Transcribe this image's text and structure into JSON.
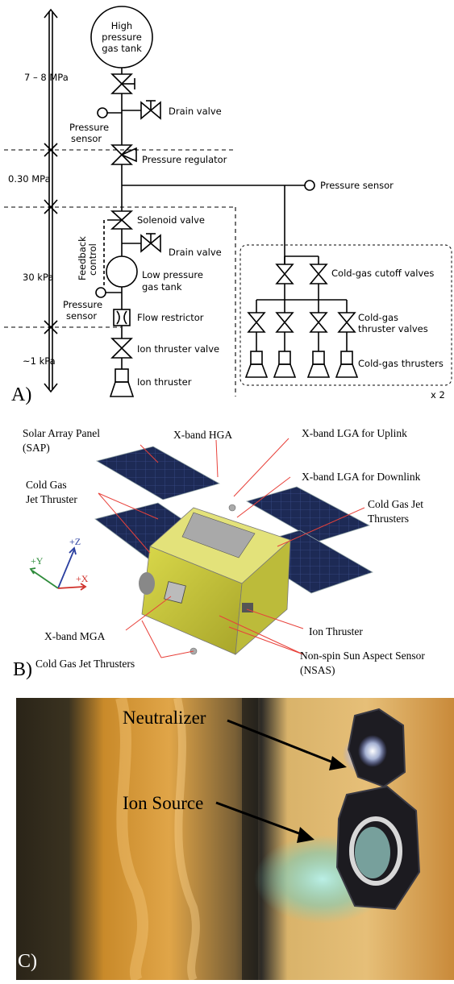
{
  "panel_a": {
    "letter": "A)",
    "tank": [
      "High",
      "pressure",
      "gas tank"
    ],
    "pressures": [
      "7 – 8 MPa",
      "0.30 MPa",
      "30 kPa",
      "~1 kPa"
    ],
    "labels": {
      "drain1": "Drain valve",
      "psensor1": [
        "Pressure",
        "sensor"
      ],
      "regulator": "Pressure regulator",
      "psensor_right": "Pressure  sensor",
      "solenoid": "Solenoid valve",
      "feedback": [
        "Feedback",
        "control"
      ],
      "drain2": "Drain valve",
      "lp_tank": [
        "Low pressure",
        "gas tank"
      ],
      "psensor2": [
        "Pressure",
        "sensor"
      ],
      "flow": "Flow restrictor",
      "ion_valve": "Ion thruster valve",
      "ion_thruster": "Ion thruster",
      "cutoff": "Cold-gas cutoff valves",
      "cg_valves": [
        "Cold-gas",
        "thruster valves"
      ],
      "cg_thrusters": "Cold-gas thrusters",
      "x2": "x 2"
    }
  },
  "panel_b": {
    "letter": "B)",
    "labels": {
      "sap": [
        "Solar Array Panel",
        "(SAP)"
      ],
      "hga": "X-band HGA",
      "lga_up": "X-band LGA for Uplink",
      "lga_down": "X-band LGA for Downlink",
      "cgjt_left": [
        "Cold Gas",
        "Jet Thruster"
      ],
      "cgjt_right": [
        "Cold Gas Jet",
        "Thrusters"
      ],
      "mga": "X-band MGA",
      "ion": "Ion Thruster",
      "cgjt_bottom": "Cold Gas Jet Thrusters",
      "nsas": [
        "Non-spin Sun Aspect Sensor",
        "(NSAS)"
      ]
    },
    "axes": {
      "z": "+Z",
      "y": "+Y",
      "x": "+X"
    },
    "colors": {
      "panel": "#1d2a55",
      "body": "#c7c73a",
      "axis_z": "#2a3fa0",
      "axis_y": "#2e8b3a",
      "axis_x": "#d0302a",
      "callout": "#e8413a"
    }
  },
  "panel_c": {
    "letter": "C)",
    "labels": {
      "neutralizer": "Neutralizer",
      "ion_source": "Ion Source"
    }
  }
}
